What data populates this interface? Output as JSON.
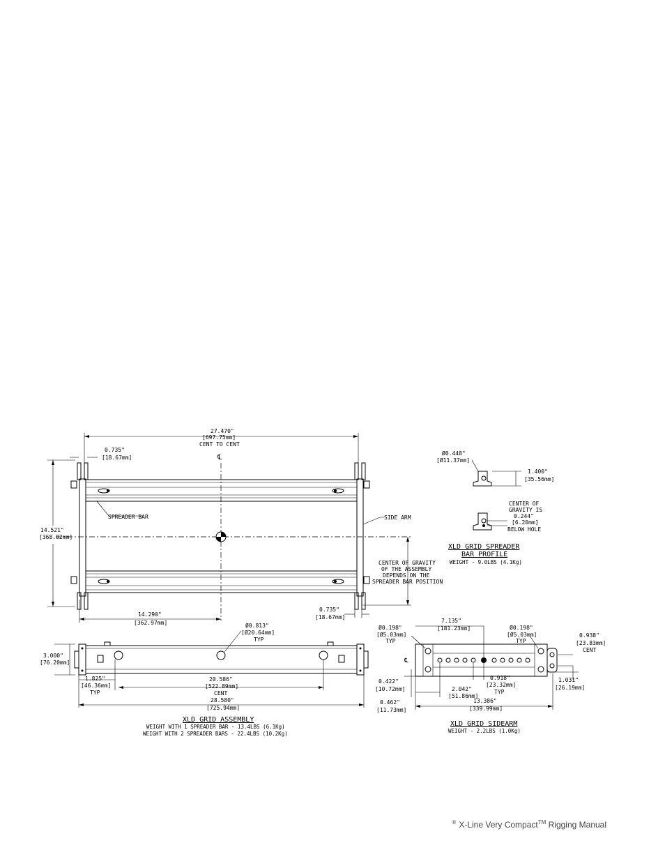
{
  "assembly": {
    "title": "XLD GRID ASSEMBLY",
    "weight1": "WEIGHT WITH 1 SPREADER BAR - 13.4LBS (6.1Kg)",
    "weight2": "WEIGHT WITH 2 SPREADER BARS - 22.4LBS (10.2Kg)"
  },
  "top_view": {
    "dim_width": "27.470\"",
    "dim_width_mm": "[697.75mm]",
    "dim_width_note": "CENT TO CENT",
    "dim_arm_top": "0.735\"",
    "dim_arm_top_mm": "[18.67mm]",
    "centerline": "℄",
    "label_spreader": "SPREADER BAR",
    "label_sidearm": "SIDE ARM",
    "dim_height": "14.521\"",
    "dim_height_mm": "[368.82mm]",
    "cog_note": [
      "CENTER OF GRAVITY",
      "OF THE ASSEMBLY",
      "DEPENDS ON THE",
      "SPREADER BAR POSITION"
    ],
    "dim_half": "14.290\"",
    "dim_half_mm": "[362.97mm]",
    "dim_arm_bottom": "0.735\"",
    "dim_arm_bottom_mm": "[18.67mm]"
  },
  "side_view": {
    "dim_hole": "Ø0.813\"",
    "dim_hole_mm": "[Ø20.64mm]",
    "dim_hole_note": "TYP",
    "dim_height": "3.000\"",
    "dim_height_mm": "[76.20mm]",
    "dim_offset": "1.825\"",
    "dim_offset_mm": "[46.36mm]",
    "dim_offset_note": "TYP",
    "dim_span": "20.586\"",
    "dim_span_mm": "[522.89mm]",
    "dim_span_note": "CENT",
    "dim_total": "28.580\"",
    "dim_total_mm": "[725.94mm]"
  },
  "profile": {
    "dim_hole": "Ø0.448\"",
    "dim_hole_mm": "[Ø11.37mm]",
    "dim_height": "1.400\"",
    "dim_height_mm": "[35.56mm]",
    "cog": [
      "CENTER OF",
      "GRAVITY IS",
      "0.244\"",
      "[6.20mm]",
      "BELOW HOLE"
    ],
    "title1": "XLD GRID SPREADER",
    "title2": "BAR PROFILE",
    "weight": "WEIGHT - 9.0LBS (4.1Kg)"
  },
  "sidearm": {
    "dim_hole_left": "Ø0.198\"",
    "dim_hole_left_mm": "[Ø5.03mm]",
    "dim_hole_left_note": "TYP",
    "dim_7135": "7.135\"",
    "dim_7135_mm": "[181.23mm]",
    "dim_hole_right": "Ø0.198\"",
    "dim_hole_right_mm": "[Ø5.03mm]",
    "dim_hole_right_note": "TYP",
    "dim_cent": "0.938\"",
    "dim_cent_mm": "[23.83mm]",
    "dim_cent_note": "CENT",
    "dim_1031": "1.031\"",
    "dim_1031_mm": "[26.19mm]",
    "dim_0422": "0.422\"",
    "dim_0422_mm": "[10.72mm]",
    "dim_0918": "0.918\"",
    "dim_0918_mm": "[23.32mm]",
    "dim_0918_note": "TYP",
    "dim_2042": "2.042\"",
    "dim_2042_mm": "[51.86mm]",
    "dim_0462": "0.462\"",
    "dim_0462_mm": "[11.73mm]",
    "dim_13386": "13.386\"",
    "dim_13386_mm": "[339.99mm]",
    "title": "XLD GRID SIDEARM",
    "weight": "WEIGHT - 2.2LBS (1.0Kg)"
  },
  "footer": {
    "symbol": "®",
    "text": "X-Line Very Compact",
    "tm": "TM",
    "suffix": " Rigging Manual"
  }
}
